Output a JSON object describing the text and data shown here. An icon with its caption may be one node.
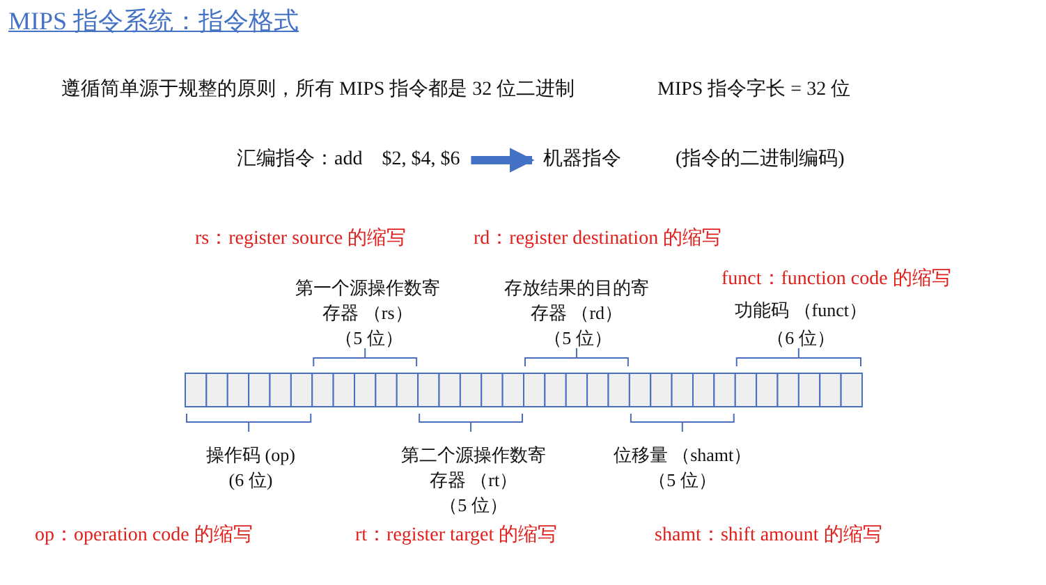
{
  "diagram": {
    "title": "MIPS 指令系统：指令格式",
    "nodes": [
      {
        "text": [
          "汇编指令：add　$2, $4, $6"
        ]
      },
      {
        "text": [
          "机器指令"
        ],
        "beside": [
          "(指令的二进制编码)"
        ]
      }
    ],
    "edges": [
      {
        "from": 0,
        "to": 1,
        "arrow": "to"
      }
    ],
    "labels": [
      "遵循简单源于规整的原则，所有 MIPS 指令都是 32 位二进制",
      "MIPS 指令字长 = 32 位",
      "rs：register source 的缩写",
      "rd：register destination 的缩写",
      "funct：function code 的缩写",
      "第一个源操作数寄存器 （rs）",
      "（5 位）",
      "存放结果的目的寄存器 （rd）",
      "（5 位）",
      "功能码 （funct）",
      "（6 位）",
      "操作码 (op)",
      "(6 位)",
      "第二个源操作数寄存器 （rt）",
      "（5 位）",
      "位移量 （shamt）",
      "（5 位）",
      "op：operation code 的缩写",
      "rt：register target 的缩写",
      "shamt：shift amount 的缩写"
    ]
  }
}
